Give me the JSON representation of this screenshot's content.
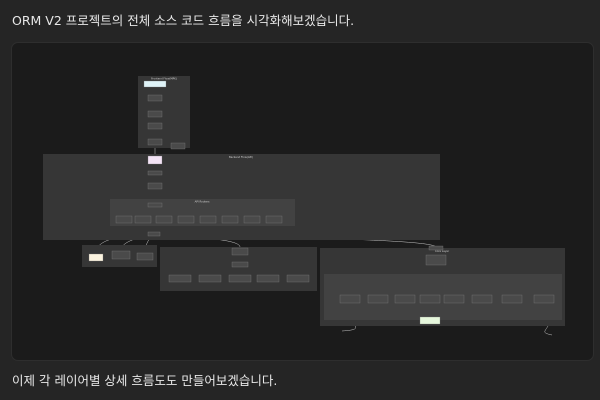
{
  "messages": {
    "intro": "ORM V2 프로젝트의 전체 소스 코드 흐름을 시각화해보겠습니다.",
    "followup": "이제 각 레이어별 상세 흐름도도 만들어보겠습니다."
  },
  "colors": {
    "page_background": "#252525",
    "panel_background": "#1b1b1b",
    "subgraph_background": "#363636",
    "inner_subgraph_background": "#424242",
    "node_fill": "#4a4a4a",
    "edge": "#c8c8c8",
    "entry_node": "#dff3f7",
    "data_node": "#f3e3f5",
    "config_node": "#fbf3df",
    "output_node": "#e6f7dc"
  },
  "diagram": {
    "subgraph_titles": {
      "top": "Frontend Flow(MPK)",
      "main": "Backend Flow(API)",
      "inner": "API Routers",
      "right": "Core Layer"
    }
  }
}
